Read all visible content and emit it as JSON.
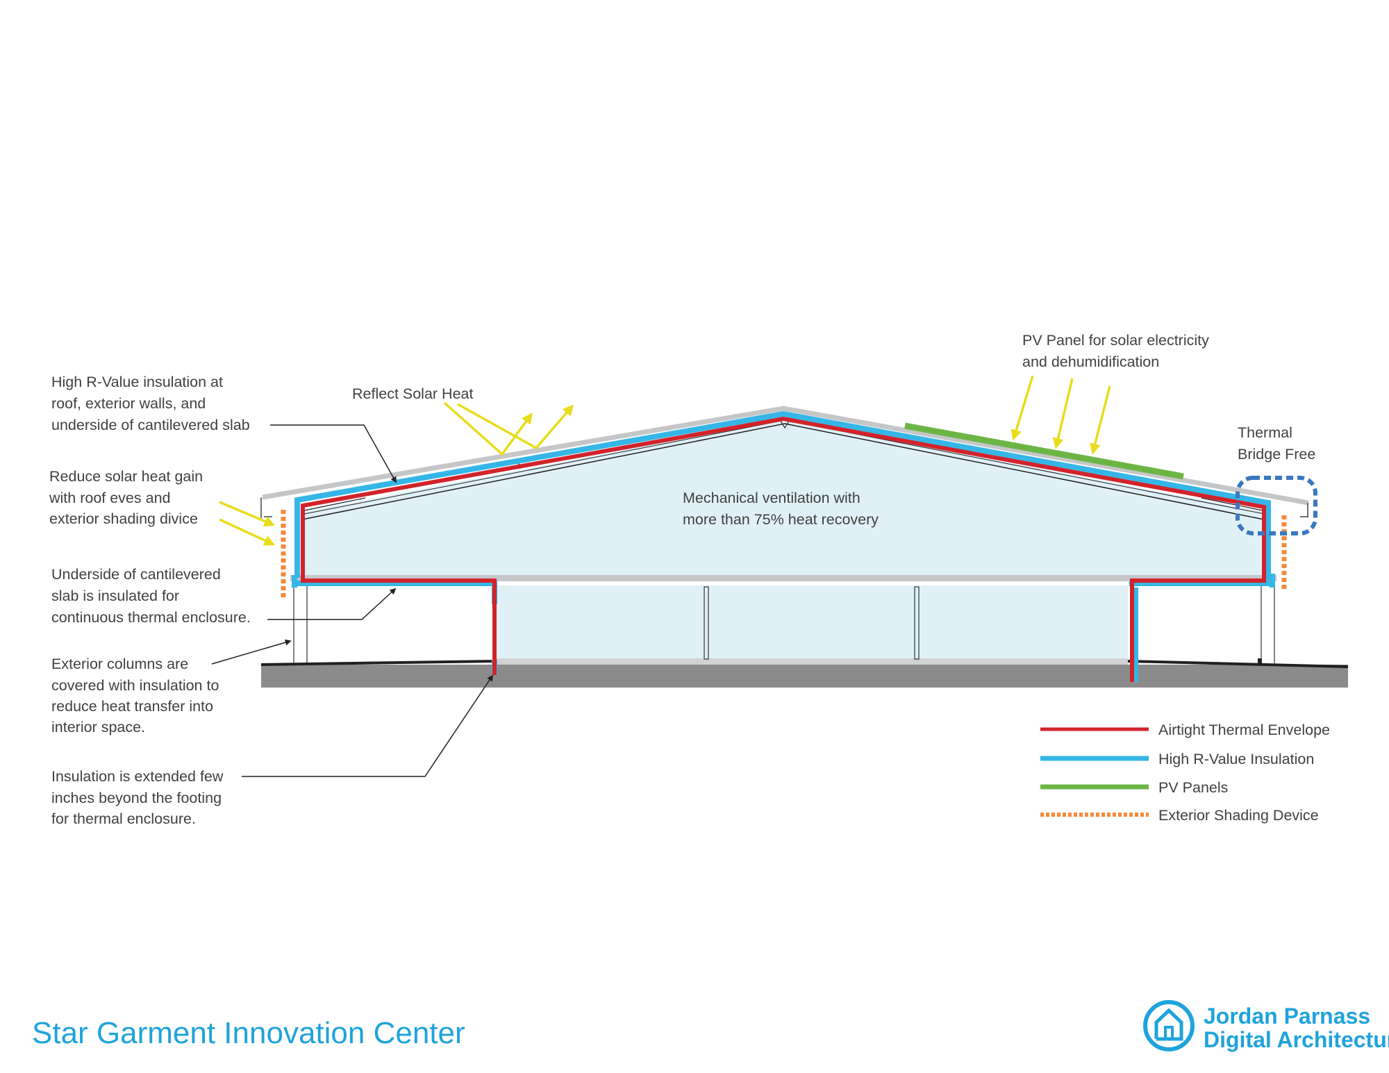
{
  "title": "Star Garment Innovation Center",
  "brand": {
    "line1": "Jordan Parnass",
    "line2": "Digital Architecture"
  },
  "annotations": {
    "insulation": [
      "High R-Value insulation at",
      "roof, exterior walls, and",
      "underside of cantilevered slab"
    ],
    "reflect": "Reflect Solar Heat",
    "pv": [
      "PV Panel for solar electricity",
      "and dehumidification"
    ],
    "thermal_bridge": [
      "Thermal",
      "Bridge Free"
    ],
    "reduce_solar": [
      "Reduce solar heat gain",
      "with roof eves and",
      "exterior shading divice"
    ],
    "mechanical": [
      "Mechanical ventilation with",
      "more than 75% heat recovery"
    ],
    "underside": [
      "Underside of cantilevered",
      "slab is insulated for",
      "continuous thermal enclosure."
    ],
    "columns": [
      "Exterior columns are",
      "covered with insulation to",
      "reduce heat transfer into",
      "interior space."
    ],
    "footing": [
      "Insulation is extended few",
      "inches beyond the footing",
      "for thermal enclosure."
    ]
  },
  "legend": [
    {
      "label": "Airtight Thermal Envelope",
      "color": "#d2232a",
      "style": "solid"
    },
    {
      "label": "High R-Value Insulation",
      "color": "#35b6e6",
      "style": "solid"
    },
    {
      "label": "PV Panels",
      "color": "#6cb545",
      "style": "solid"
    },
    {
      "label": "Exterior Shading Device",
      "color": "#f48a3c",
      "style": "dashed"
    }
  ],
  "colors": {
    "envelope": "#d2232a",
    "insulation": "#35b6e6",
    "pv": "#6cb545",
    "shading": "#f48a3c",
    "sun_arrows": "#e8dc1c",
    "interior": "#dff1f7",
    "ground": "#8b8b8b",
    "bridge_marker": "#3a78c0",
    "brand": "#1fa3dc"
  }
}
